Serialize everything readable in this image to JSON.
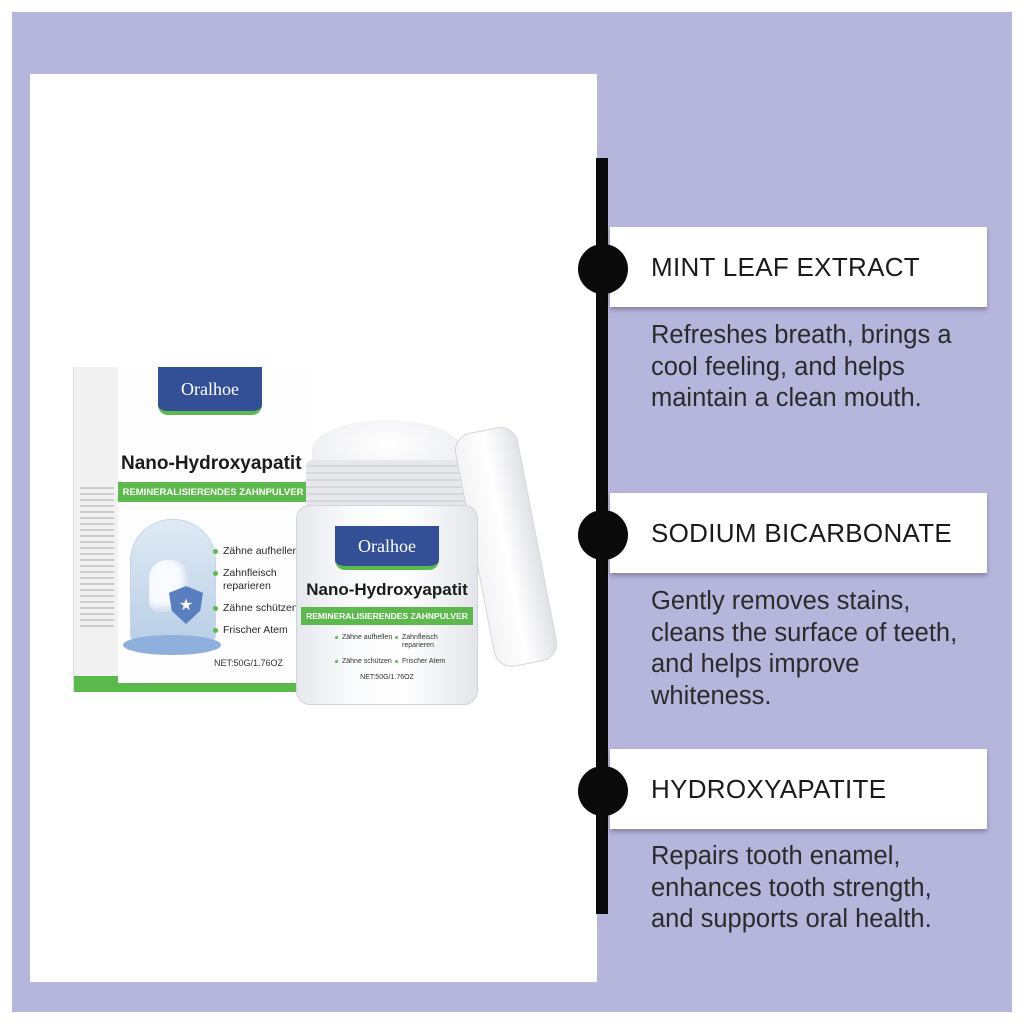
{
  "colors": {
    "background": "#b6b5dc",
    "panel": "#ffffff",
    "timeline": "#0a0a0a",
    "brand_blue": "#334f96",
    "brand_green": "#5cb94b"
  },
  "product": {
    "brand": "Oralhoe",
    "name": "Nano-Hydroxyapatit",
    "subtitle": "REMINERALISIERENDES ZAHNPULVER",
    "features": [
      "Zähne aufhellen",
      "Zahnfleisch reparieren",
      "Zähne schützen",
      "Frischer Atem"
    ],
    "net_weight": "NET:50G/1.76OZ",
    "icons": [
      "tooth-icon",
      "shield-star-icon"
    ]
  },
  "ingredients": [
    {
      "title": "MINT LEAF EXTRACT",
      "description": "Refreshes breath, brings a cool feeling, and helps maintain a clean mouth."
    },
    {
      "title": "SODIUM BICARBONATE",
      "description": "Gently removes stains, cleans the surface of teeth, and helps improve whiteness."
    },
    {
      "title": "HYDROXYAPATITE",
      "description": "Repairs tooth enamel, enhances tooth strength, and supports oral health."
    }
  ]
}
